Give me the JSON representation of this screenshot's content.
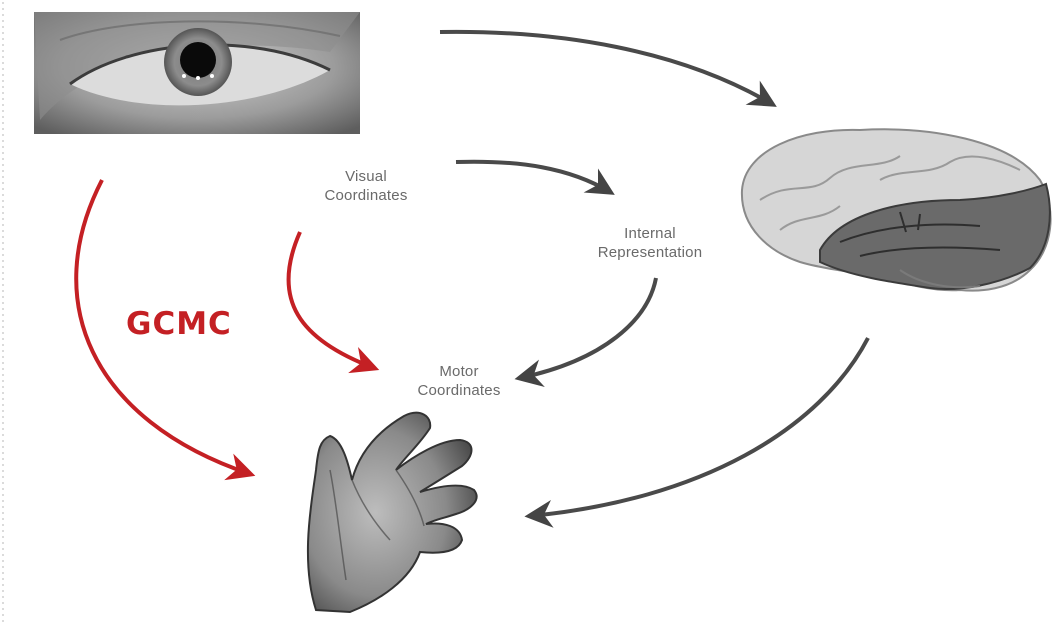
{
  "labels": {
    "visual": [
      "Visual",
      "Coordinates"
    ],
    "internal": [
      "Internal",
      "Representation"
    ],
    "motor": [
      "Motor",
      "Coordinates"
    ],
    "gcmc": "GCMC"
  },
  "images": {
    "eye": "eye-photo",
    "brain": "brain-illustration",
    "hand": "hand-photo"
  },
  "colors": {
    "gcmc_path": "#c42024",
    "standard_path": "#4a4a4a",
    "label_text": "#6a6a6a"
  }
}
